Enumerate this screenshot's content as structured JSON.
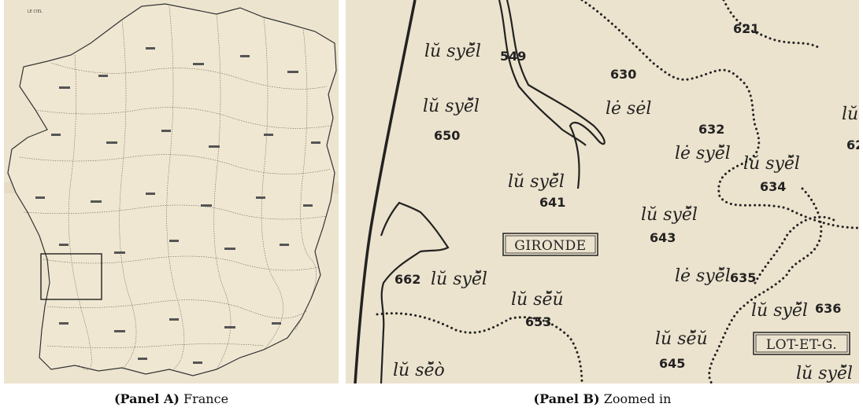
{
  "panel_a": {
    "caption_label": "(Panel A)",
    "caption_text": "France",
    "map_title": "LE CIEL"
  },
  "panel_b": {
    "caption_label": "(Panel B)",
    "caption_text": "Zoomed in",
    "labels": [
      {
        "id": "l549",
        "text": "lŭ syẽ̌l"
      },
      {
        "id": "l650",
        "text": "lŭ syẽ̌l"
      },
      {
        "id": "l630",
        "text": "lė sėl"
      },
      {
        "id": "l632",
        "text": "lė syẽ̌l"
      },
      {
        "id": "l634",
        "text": "lŭ syẽ̌l"
      },
      {
        "id": "l641",
        "text": "lŭ syẽ̌l"
      },
      {
        "id": "l643",
        "text": "lŭ syẽ̌l"
      },
      {
        "id": "l662",
        "text": "lŭ syẽ̌l"
      },
      {
        "id": "l653",
        "text": "lŭ sẽ̌ŭ"
      },
      {
        "id": "l635",
        "text": "lė syẽ̌l"
      },
      {
        "id": "l636",
        "text": "lŭ syẽ̌l"
      },
      {
        "id": "l645",
        "text": "lŭ sẽ̌ŭ"
      },
      {
        "id": "l663",
        "text": "lŭ sẽ̌ò"
      },
      {
        "id": "l_lot",
        "text": "lŭ syẽ̌l"
      },
      {
        "id": "l_edge",
        "text": "lŭ"
      }
    ],
    "numbers": [
      "549",
      "650",
      "630",
      "632",
      "634",
      "641",
      "643",
      "662",
      "653",
      "635",
      "636",
      "645",
      "621",
      "62"
    ],
    "departments": [
      "GIRONDE",
      "LOT-ET-G."
    ]
  }
}
